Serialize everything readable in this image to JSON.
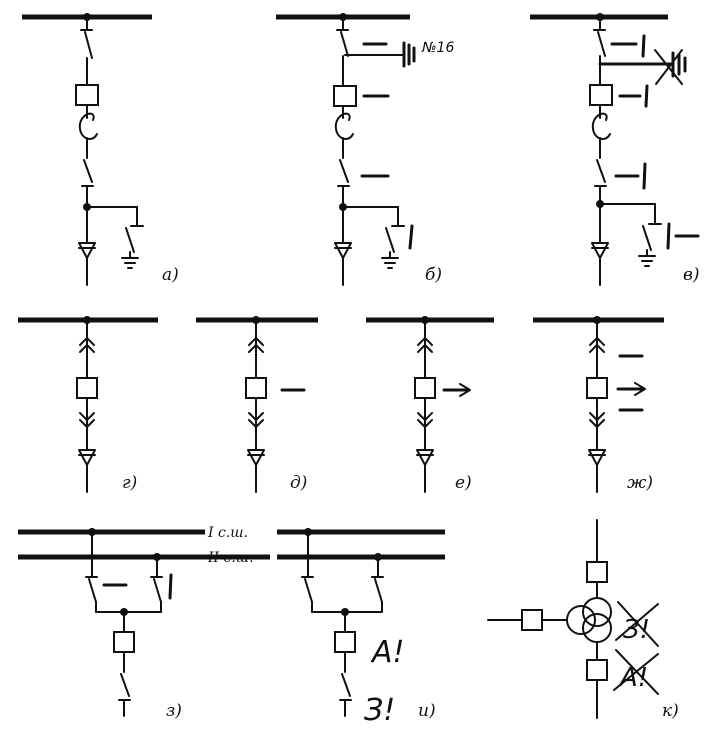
{
  "labels": {
    "a": "а)",
    "b": "б)",
    "v": "в)",
    "g": "г)",
    "d": "д)",
    "e": "е)",
    "zh": "ж)",
    "z": "з)",
    "i": "и)",
    "k": "к)"
  },
  "bus_labels": {
    "bus1": "I с.ш.",
    "bus2": "II с.ш."
  },
  "annotations": {
    "grounding_number": "№16",
    "alarm_a": "А!",
    "alarm_z": "З!"
  }
}
